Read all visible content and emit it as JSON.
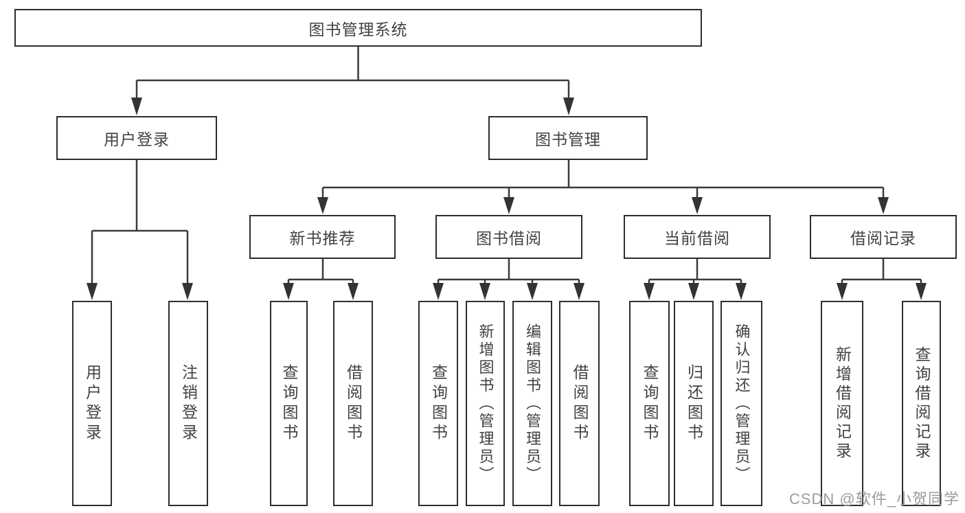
{
  "diagram": {
    "title": "图书管理系统",
    "branches": [
      {
        "label": "用户登录",
        "children": [
          {
            "label": "用户登录"
          },
          {
            "label": "注销登录"
          }
        ]
      },
      {
        "label": "图书管理",
        "children": [
          {
            "label": "新书推荐",
            "children": [
              {
                "label": "查询图书"
              },
              {
                "label": "借阅图书"
              }
            ]
          },
          {
            "label": "图书借阅",
            "children": [
              {
                "label": "查询图书"
              },
              {
                "label": "新增图书（管理员）"
              },
              {
                "label": "编辑图书（管理员）"
              },
              {
                "label": "借阅图书"
              }
            ]
          },
          {
            "label": "当前借阅",
            "children": [
              {
                "label": "查询图书"
              },
              {
                "label": "归还图书"
              },
              {
                "label": "确认归还（管理员）"
              }
            ]
          },
          {
            "label": "借阅记录",
            "children": [
              {
                "label": "新增借阅记录"
              },
              {
                "label": "查询借阅记录"
              }
            ]
          }
        ]
      }
    ]
  },
  "watermark": {
    "text": "CSDN @软件_小贺同学"
  },
  "colors": {
    "line": "#3a3a3a",
    "box_border": "#2d2d2d",
    "text": "#3f4245",
    "watermark": "#9b9b9b",
    "background": "#ffffff"
  }
}
